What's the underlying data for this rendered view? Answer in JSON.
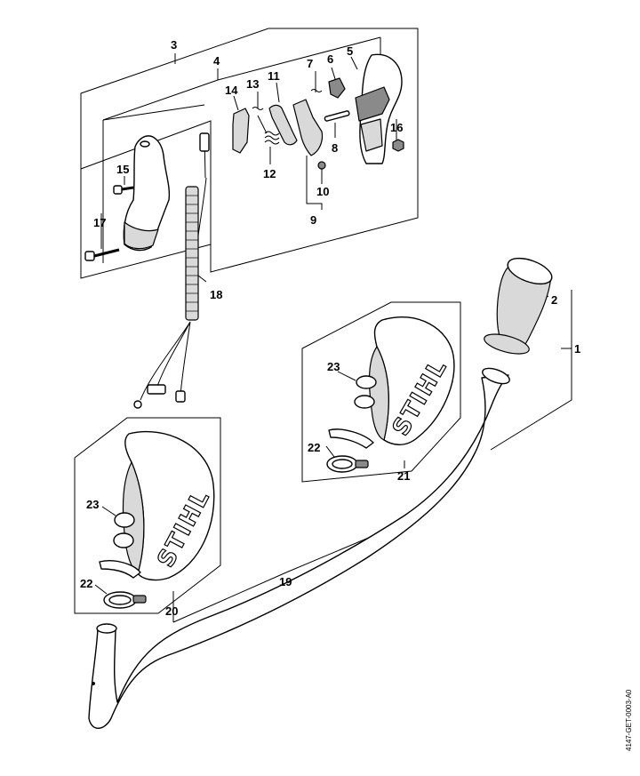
{
  "callouts": {
    "c1": "1",
    "c2": "2",
    "c3": "3",
    "c4": "4",
    "c5": "5",
    "c6": "6",
    "c7": "7",
    "c8": "8",
    "c9": "9",
    "c10": "10",
    "c11": "11",
    "c12": "12",
    "c13": "13",
    "c14": "14",
    "c15": "15",
    "c16": "16",
    "c17": "17",
    "c18": "18",
    "c19": "19",
    "c20": "20",
    "c21": "21",
    "c22a": "22",
    "c22b": "22",
    "c23a": "23",
    "c23b": "23"
  },
  "branding": {
    "guard_left": "STIHL",
    "guard_right": "STIHL"
  },
  "document_id": "4147-GET-0003-A0"
}
